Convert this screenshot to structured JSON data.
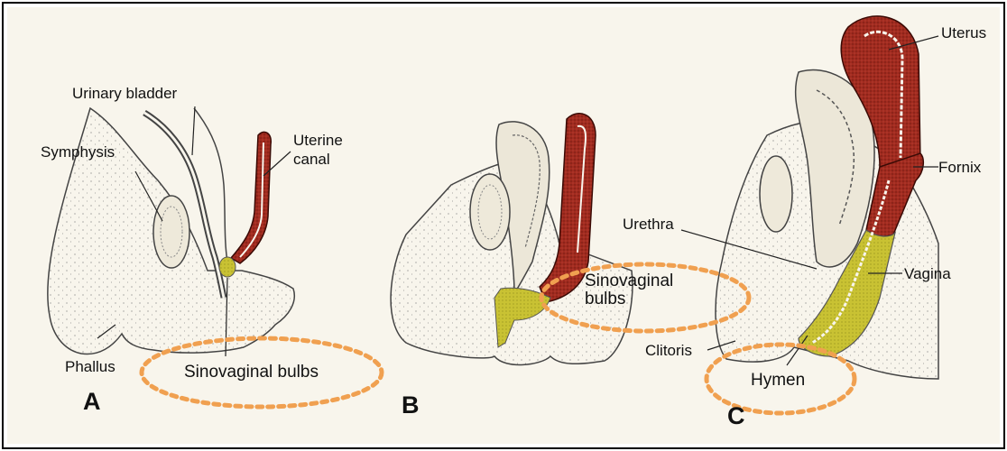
{
  "colors": {
    "frame": "#000000",
    "paper": "#f7f4ea",
    "tissue_outline": "#444444",
    "uterine_tissue": "#9e2a1e",
    "sinovaginal_tissue": "#c8c234",
    "highlight_ellipse": "#f0a050"
  },
  "panels": {
    "a": {
      "letter": "A",
      "labels": {
        "urinary_bladder": "Urinary bladder",
        "symphysis": "Symphysis",
        "uterine_canal": "Uterine\ncanal",
        "phallus": "Phallus",
        "sinovaginal_bulbs": "Sinovaginal bulbs"
      }
    },
    "b": {
      "letter": "B",
      "labels": {
        "sinovaginal_bulbs": "Sinovaginal\nbulbs"
      }
    },
    "c": {
      "letter": "C",
      "labels": {
        "uterus": "Uterus",
        "fornix": "Fornix",
        "urethra": "Urethra",
        "vagina": "Vagina",
        "clitoris": "Clitoris",
        "hymen": "Hymen"
      }
    }
  }
}
